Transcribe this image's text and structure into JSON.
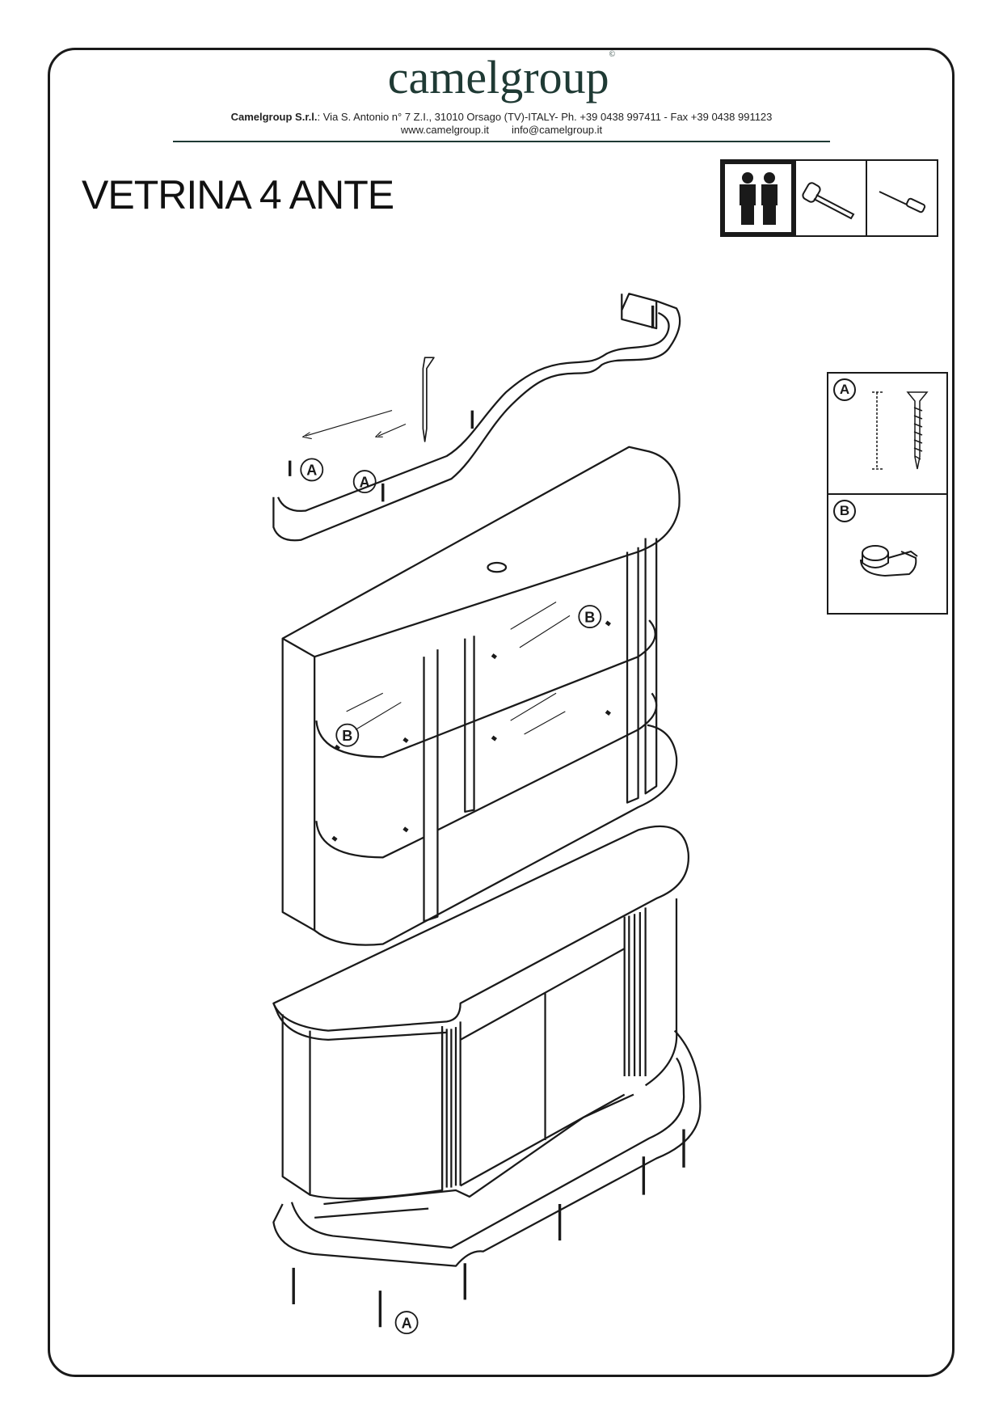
{
  "header": {
    "logo": "camelgroup",
    "logo_mark": "©",
    "company": "Camelgroup S.r.l.",
    "address": ": Via S. Antonio n° 7 Z.I., 31010 Orsago (TV)-ITALY- Ph. +39 0438 997411 - Fax +39 0438 991123",
    "website": "www.camelgroup.it",
    "email": "info@camelgroup.it"
  },
  "title": "VETRINA 4 ANTE",
  "tools": [
    {
      "icon": "two-persons-icon"
    },
    {
      "icon": "hammer-icon"
    },
    {
      "icon": "screwdriver-icon"
    }
  ],
  "legend": [
    {
      "label": "A",
      "icon": "screw-icon"
    },
    {
      "label": "B",
      "icon": "shelf-support-icon"
    }
  ],
  "callouts": {
    "a": "A",
    "b": "B"
  }
}
